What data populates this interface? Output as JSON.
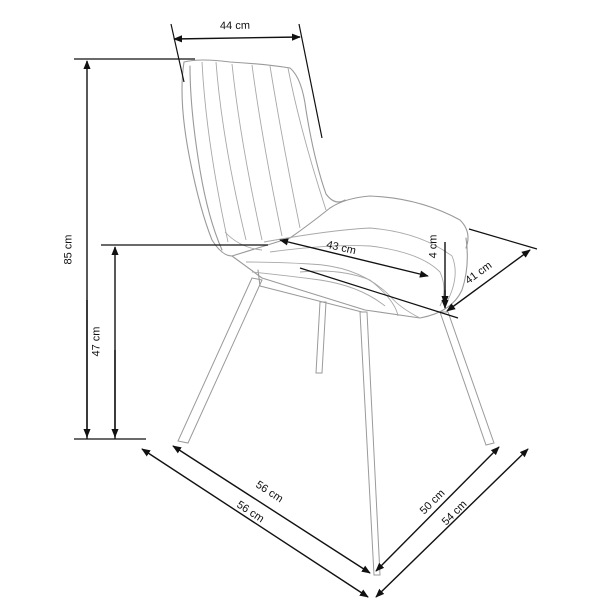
{
  "diagram": {
    "subject": "Chair dimension drawing",
    "line_color": "#111111",
    "outline_color": "#9a9a9a",
    "dimensions": {
      "backrest_width": "44 cm",
      "total_height": "85 cm",
      "seat_height": "47 cm",
      "seat_depth": "43 cm",
      "seat_thickness": "4 cm",
      "seat_width": "41 cm",
      "base_depth_inner": "56 cm",
      "base_depth_outer": "56 cm",
      "base_width_inner": "50 cm",
      "base_width_outer": "54 cm"
    }
  }
}
